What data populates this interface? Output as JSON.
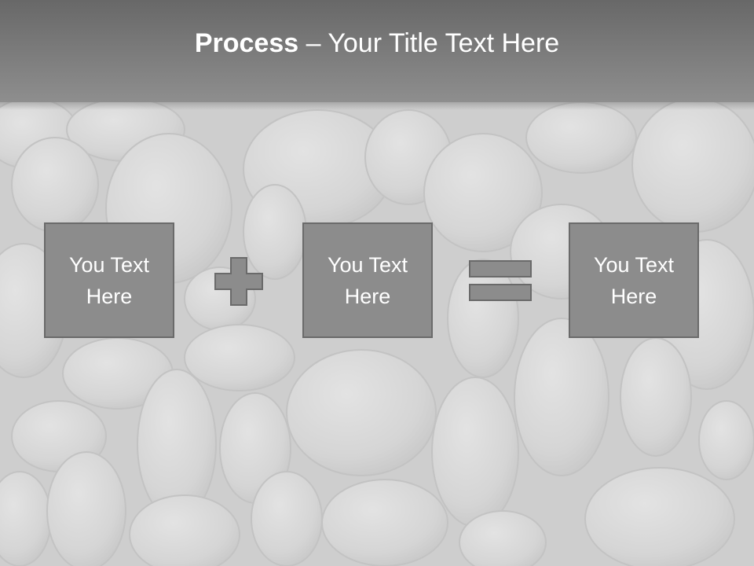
{
  "slide": {
    "title_bold": "Process",
    "title_rest": " – Your Title Text Here"
  },
  "process": {
    "boxes": [
      {
        "text": "You Text Here"
      },
      {
        "text": "You Text Here"
      },
      {
        "text": "You Text Here"
      }
    ],
    "operators": [
      "plus-icon",
      "equals-icon"
    ]
  },
  "colors": {
    "title_bar": "#7a7a7a",
    "box_fill": "#8c8c8c",
    "box_border": "#6a6a6a",
    "text": "#ffffff",
    "background": "#d4d4d4"
  }
}
